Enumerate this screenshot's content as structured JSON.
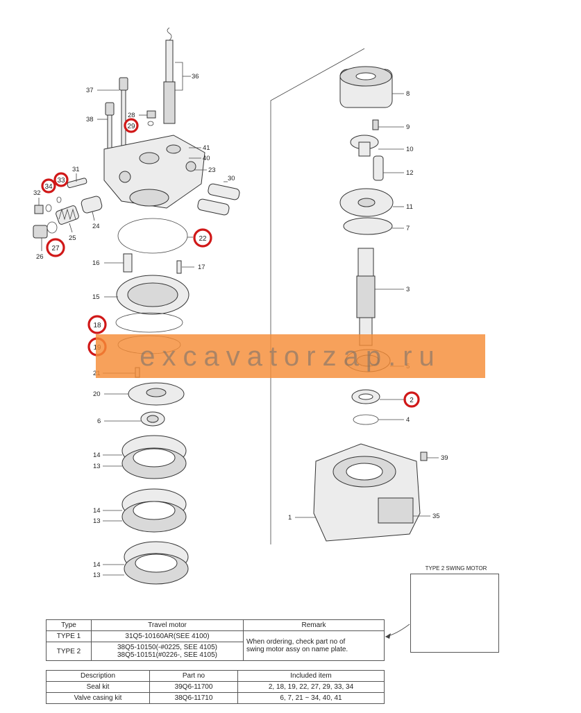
{
  "labels": {
    "l1": "1",
    "l3": "3",
    "l4": "4",
    "l5": "5",
    "l6": "6",
    "l7": "7",
    "l8": "8",
    "l9": "9",
    "l10": "10",
    "l11": "11",
    "l12": "12",
    "l13a": "13",
    "l13b": "13",
    "l13c": "13",
    "l14a": "14",
    "l14b": "14",
    "l14c": "14",
    "l15": "15",
    "l16": "16",
    "l17": "17",
    "l20": "20",
    "l21": "21",
    "l23": "23",
    "l24": "24",
    "l25": "25",
    "l26": "26",
    "l28": "28",
    "l30": "30",
    "l31": "31",
    "l32": "32",
    "l35": "35",
    "l36": "36",
    "l37": "37",
    "l38": "38",
    "l39": "39",
    "l40": "40",
    "l41": "41"
  },
  "highlighted_labels": {
    "h2": "2",
    "h18": "18",
    "h19": "19",
    "h22": "22",
    "h27": "27",
    "h29": "29",
    "h33": "33",
    "h34": "34"
  },
  "watermark": "excavatorzap.ru",
  "inset_title": "TYPE 2 SWING MOTOR",
  "table1": {
    "headers": [
      "Type",
      "Travel motor",
      "Remark"
    ],
    "rows": [
      {
        "type": "TYPE 1",
        "motor": "31Q5-10160AR(SEE 4100)"
      },
      {
        "type": "TYPE 2",
        "motor_line1": "38Q5-10150(-#0225, SEE 4105)",
        "motor_line2": "38Q5-10151(#0226-, SEE 4105)"
      }
    ],
    "remark_line1": "When ordering, check part no of",
    "remark_line2": "swing motor assy on name plate."
  },
  "table2": {
    "headers": [
      "Description",
      "Part no",
      "Included item"
    ],
    "rows": [
      {
        "desc": "Seal kit",
        "part": "39Q6-11700",
        "items": "2, 18, 19, 22, 27, 29, 33, 34"
      },
      {
        "desc": "Valve casing kit",
        "part": "38Q6-11710",
        "items": "6, 7, 21 ~ 34, 40, 41"
      }
    ]
  },
  "colors": {
    "highlight_ring": "#d01818",
    "watermark_band": "#f58c37"
  }
}
